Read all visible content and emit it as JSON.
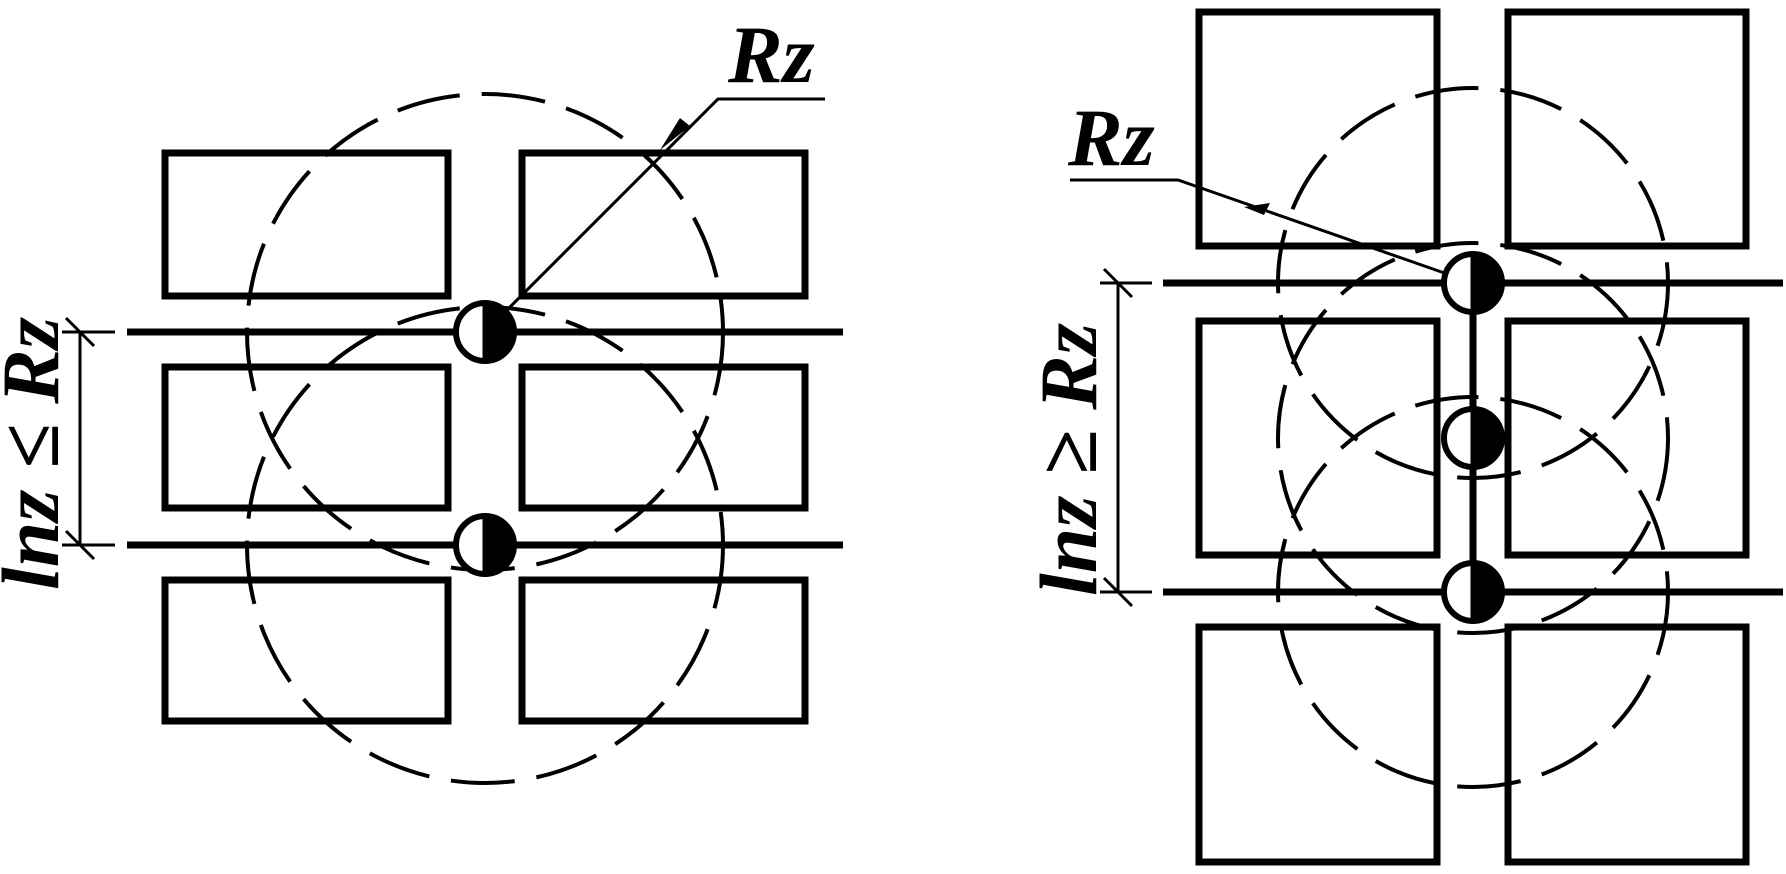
{
  "diagram": {
    "left": {
      "radius_label": "Rz",
      "spacing_label": "lnz ≤ Rz"
    },
    "right": {
      "radius_label": "Rz",
      "spacing_label": "lnz ≥ Rz"
    }
  }
}
